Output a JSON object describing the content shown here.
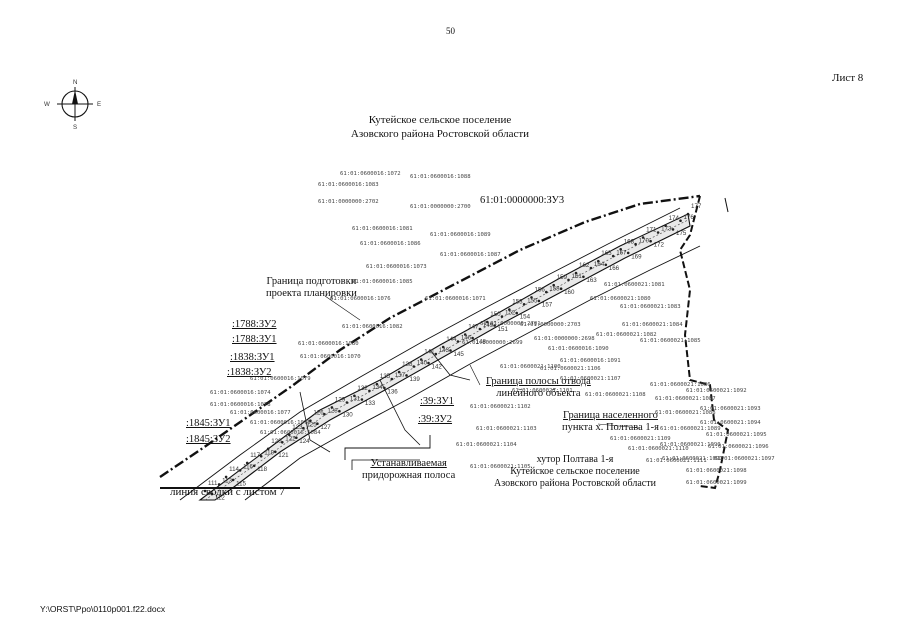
{
  "page": {
    "number": "50",
    "sheet": "Лист 8",
    "file_path": "Y:\\ORST\\Ppo\\0110p001.f22.docx"
  },
  "title": {
    "line1": "Кутейское сельское поселение",
    "line2": "Азовского района Ростовской области"
  },
  "annotations": {
    "planning_boundary_1": "Граница подготовки",
    "planning_boundary_2": "проекта планировки",
    "row_boundary_1": "Граница полосы отвода",
    "row_boundary_2": "линейного объекта",
    "roadside_strip_1": "Устанавливаемая",
    "roadside_strip_2": "придорожная полоса",
    "settlement_boundary_1": "Граница населенного",
    "settlement_boundary_2": "пункта х. Полтава 1-я",
    "junction_line": "линия сводки с листом 7"
  },
  "settlement": {
    "name": "хутор Полтава 1-я",
    "line2": "Кутейское сельское поселение",
    "line3": "Азовского района Ростовской области"
  },
  "parcel_labels": {
    "p1788_2": ":1788:ЗУ2",
    "p1788_1": ":1788:ЗУ1",
    "p1838_1": ":1838:ЗУ1",
    "p1838_2": ":1838:ЗУ2",
    "p1845_1": ":1845:ЗУ1",
    "p1845_2": ":1845:ЗУ2",
    "p39_1": ":39:ЗУ1",
    "p39_2": ":39:ЗУ2",
    "zu3": "61:01:0000000:ЗУ3"
  },
  "point_numbers": [
    "111",
    "112",
    "113",
    "114",
    "115",
    "116",
    "117",
    "118",
    "119",
    "120",
    "121",
    "122",
    "123",
    "124",
    "125",
    "126",
    "127",
    "128",
    "129",
    "130",
    "131",
    "132",
    "133",
    "134",
    "135",
    "136",
    "137",
    "138",
    "139",
    "140",
    "141",
    "142",
    "143",
    "144",
    "145",
    "146",
    "147",
    "148",
    "149",
    "150",
    "151",
    "152",
    "153",
    "154",
    "155",
    "156",
    "157",
    "158",
    "159",
    "160",
    "161",
    "162",
    "163",
    "164",
    "165",
    "166",
    "167",
    "168",
    "169",
    "170",
    "171",
    "172",
    "173",
    "174",
    "175",
    "176",
    "177"
  ],
  "cadastral_numbers": [
    "61:01:0600016:1072",
    "61:01:0600016:1083",
    "61:01:0000000:2702",
    "61:01:0600016:1088",
    "61:01:0000000:2700",
    "61:01:0600016:1081",
    "61:01:0600016:1086",
    "61:01:0600016:1073",
    "61:01:0600016:1085",
    "61:01:0600016:1076",
    "61:01:0600016:1082",
    "61:01:0600016:1080",
    "61:01:0600016:1070",
    "61:01:0600016:1079",
    "61:01:0600016:1074",
    "61:01:0600016:1078",
    "61:01:0600016:1077",
    "61:01:0600016:1075",
    "61:01:0600016:1084",
    "61:01:0600016:1089",
    "61:01:0600016:1087",
    "61:01:0600016:1071",
    "61:01:0000000:2701",
    "61:01:0000000:2699",
    "61:01:0000000:2703",
    "61:01:0000000:2698",
    "61:01:0600016:1090",
    "61:01:0600016:1091",
    "61:01:0600021:1080",
    "61:01:0600021:1081",
    "61:01:0600021:1082",
    "61:01:0600021:1083",
    "61:01:0600021:1084",
    "61:01:0600021:1085",
    "61:01:0600021:1086",
    "61:01:0600021:1087",
    "61:01:0600021:1088",
    "61:01:0600021:1089",
    "61:01:0600021:1090",
    "61:01:0600021:1091",
    "61:01:0600021:1092",
    "61:01:0600021:1093",
    "61:01:0600021:1094",
    "61:01:0600021:1095",
    "61:01:0600021:1096",
    "61:01:0600021:1097",
    "61:01:0600021:1098",
    "61:01:0600021:1099",
    "61:01:0600021:1100",
    "61:01:0600021:1101",
    "61:01:0600021:1102",
    "61:01:0600021:1103",
    "61:01:0600021:1104",
    "61:01:0600021:1105",
    "61:01:0600021:1106",
    "61:01:0600021:1107",
    "61:01:0600021:1108",
    "61:01:0600021:1109",
    "61:01:0600021:1110",
    "61:01:0600021:1111"
  ],
  "compass": {
    "north": "N",
    "south": "S",
    "west": "W",
    "east": "E"
  }
}
